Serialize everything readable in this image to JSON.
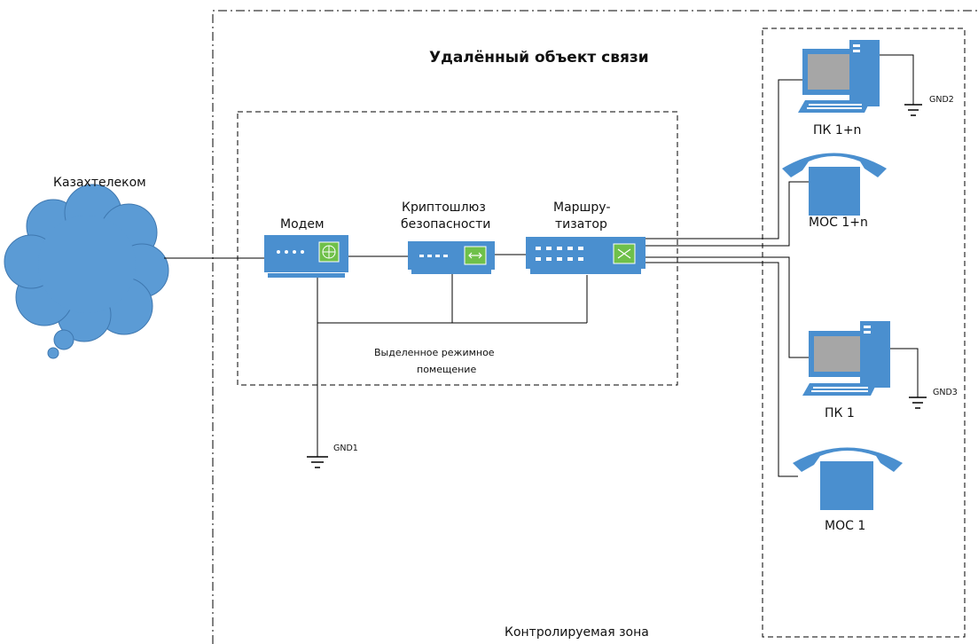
{
  "zone_title": "Удалённый объект связи",
  "controlled_zone_label": "Контролируемая зона",
  "secure_room_label": [
    "Выделенное режимное",
    "помещение"
  ],
  "cloud_label": "Казахтелеком",
  "devices": {
    "modem": "Модем",
    "crypto_gateway": [
      "Криптошлюз",
      "безопасности"
    ],
    "router": [
      "Маршру-",
      "тизатор"
    ]
  },
  "endpoints": {
    "pc_n": "ПК 1+n",
    "phone_n": "МОС 1+n",
    "pc_1": "ПК 1",
    "phone_1": "МОС 1"
  },
  "grounds": {
    "gnd1": "GND1",
    "gnd2": "GND2",
    "gnd3": "GND3"
  },
  "colors": {
    "device_blue": "#4a8fcf",
    "device_light": "#ffffff",
    "device_accent": "#6fc04a",
    "cloud": "#5b9bd5",
    "line": "#000000"
  }
}
